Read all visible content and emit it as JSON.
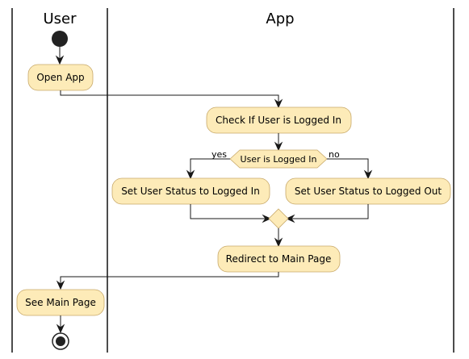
{
  "lanes": {
    "user": "User",
    "app": "App"
  },
  "nodes": {
    "open_app": "Open App",
    "check_login": "Check If User is Logged In",
    "decision": "User is Logged In",
    "yes_label": "yes",
    "no_label": "no",
    "set_logged_in": "Set User Status to Logged In",
    "set_logged_out": "Set User Status to Logged Out",
    "redirect": "Redirect to Main Page",
    "see_main": "See Main Page"
  },
  "colors": {
    "node_fill": "#fdebb8",
    "node_border": "#c8a96a",
    "edge": "#181818"
  }
}
